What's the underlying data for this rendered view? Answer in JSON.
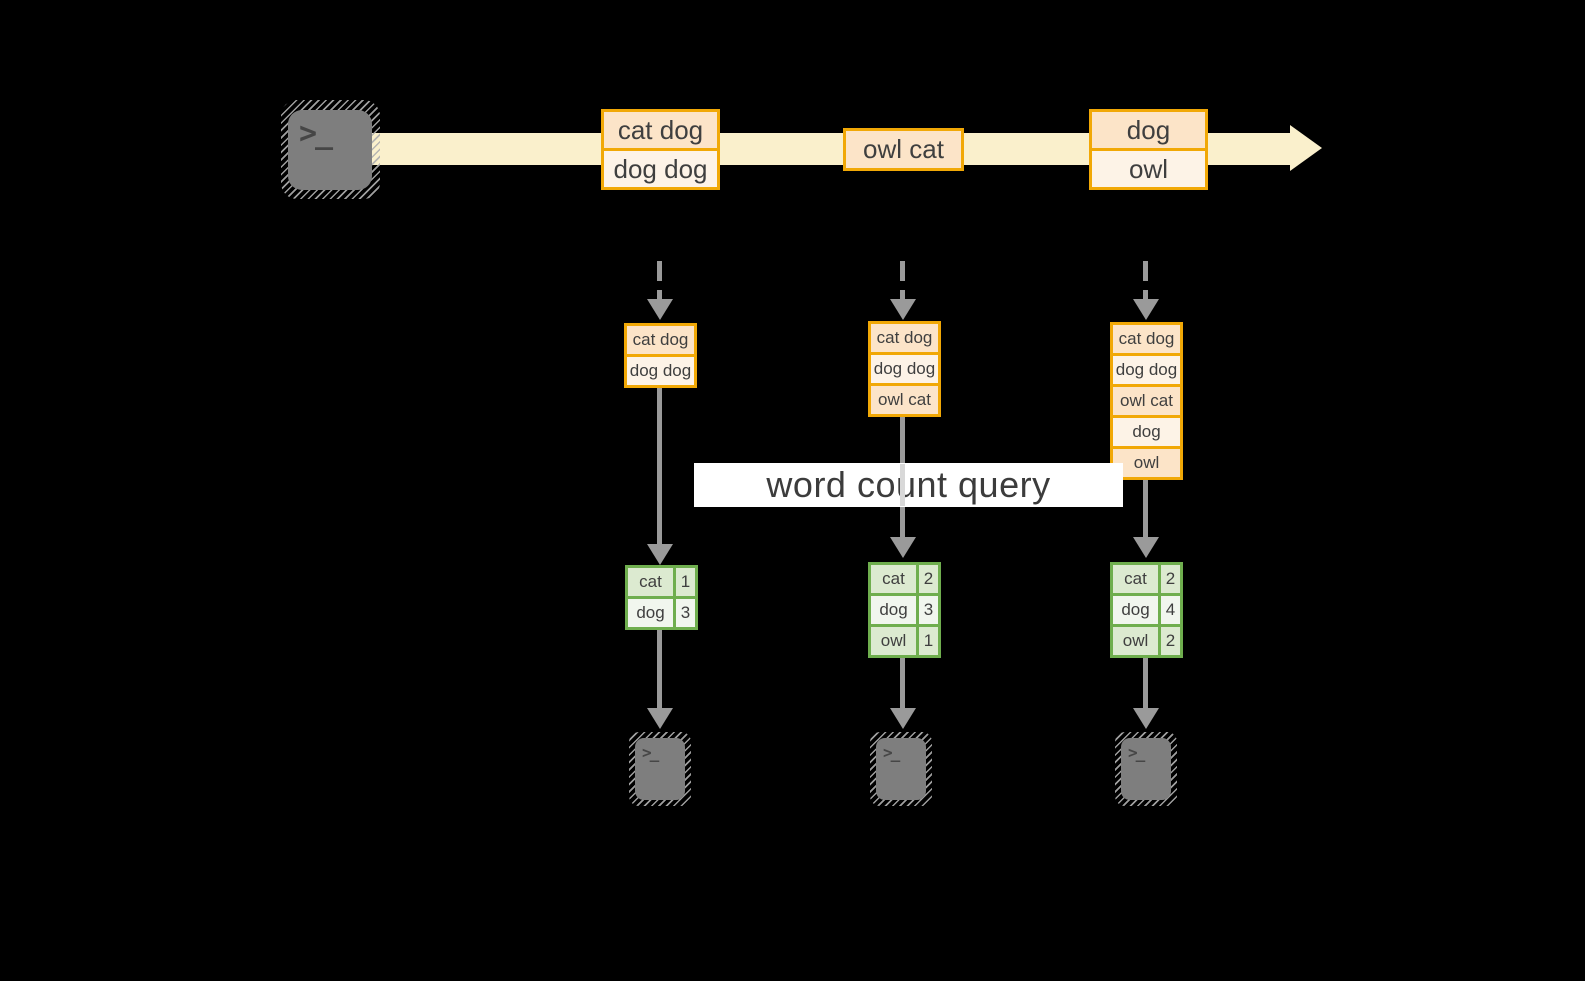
{
  "colors": {
    "band": "#faf0cc",
    "boxBorder": "#f1a806",
    "cellDark": "#fce4c8",
    "cellLight": "#fdf3e7",
    "tableBorder": "#6fae4e",
    "tableRowDark": "#dcead0",
    "tableRowLight": "#f1f6ee",
    "arrow": "#9a9a9a",
    "terminal": "#7e7e7e",
    "text": "#3f3f3f"
  },
  "terminal_glyph": ">_",
  "query": {
    "label": "word count query"
  },
  "timeline": {
    "events": [
      {
        "rows": [
          "cat dog",
          "dog dog"
        ]
      },
      {
        "rows": [
          "owl cat"
        ]
      },
      {
        "rows": [
          "dog",
          "owl"
        ]
      }
    ]
  },
  "columns": [
    {
      "batch": [
        "cat dog",
        "dog dog"
      ],
      "counts": [
        {
          "word": "cat",
          "n": "1"
        },
        {
          "word": "dog",
          "n": "3"
        }
      ]
    },
    {
      "batch": [
        "cat dog",
        "dog dog",
        "owl cat"
      ],
      "counts": [
        {
          "word": "cat",
          "n": "2"
        },
        {
          "word": "dog",
          "n": "3"
        },
        {
          "word": "owl",
          "n": "1"
        }
      ]
    },
    {
      "batch": [
        "cat dog",
        "dog dog",
        "owl cat",
        "dog",
        "owl"
      ],
      "counts": [
        {
          "word": "cat",
          "n": "2"
        },
        {
          "word": "dog",
          "n": "4"
        },
        {
          "word": "owl",
          "n": "2"
        }
      ]
    }
  ]
}
